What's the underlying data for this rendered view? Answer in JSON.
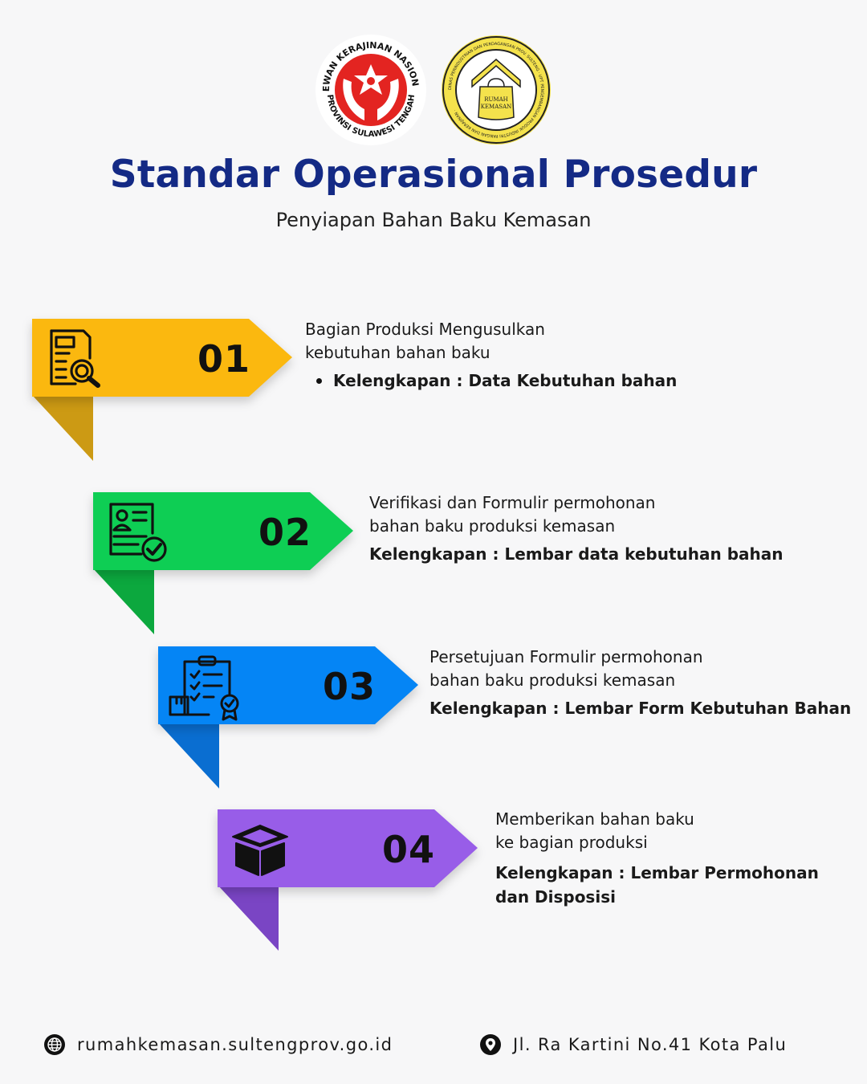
{
  "header": {
    "logo_left_text": "DEWAN KERAJINAN NASIONAL · PROVINSI SULAWESI TENGAH",
    "logo_right_text": "DINAS PERINDUSTRIAN DAN PERDAGANGAN PROV. SULTENG · UPT PENGEMBANGAN PRODUK INDUSTRI PANGAN DAN KERAJINAN",
    "logo_right_label": "RUMAH KEMASAN",
    "title": "Standar Operasional Prosedur",
    "subtitle": "Penyiapan Bahan Baku Kemasan"
  },
  "colors": {
    "title": "#142a85",
    "step1": "#fbb80f",
    "step1_fold": "#cc9a14",
    "step2": "#0ece54",
    "step2_fold": "#0ca83e",
    "step3": "#0585f5",
    "step3_fold": "#0a6ed1",
    "step4": "#985de8",
    "step4_fold": "#7a45c4",
    "dekranas_red": "#e32421",
    "rumah_yellow": "#f4e24c"
  },
  "steps": [
    {
      "number": "01",
      "icon": "document-search-icon",
      "line1": "Bagian Produksi Mengusulkan",
      "line2": "kebutuhan bahan baku",
      "requirement": "Kelengkapan : Data Kebutuhan bahan"
    },
    {
      "number": "02",
      "icon": "resume-check-icon",
      "line1": "Verifikasi dan Formulir permohonan",
      "line2": "bahan baku produksi kemasan",
      "requirement": "Kelengkapan : Lembar data kebutuhan bahan"
    },
    {
      "number": "03",
      "icon": "clipboard-checklist-icon",
      "line1": "Persetujuan Formulir permohonan",
      "line2": "bahan baku produksi kemasan",
      "requirement": "Kelengkapan : Lembar Form Kebutuhan Bahan"
    },
    {
      "number": "04",
      "icon": "open-box-icon",
      "line1": "Memberikan bahan baku",
      "line2": "ke bagian produksi",
      "requirement": "Kelengkapan : Lembar Permohonan",
      "requirement2": "dan Disposisi"
    }
  ],
  "footer": {
    "website_icon": "globe-icon",
    "website": "rumahkemasan.sultengprov.go.id",
    "address_icon": "location-pin-icon",
    "address": "Jl. Ra Kartini No.41 Kota Palu"
  }
}
